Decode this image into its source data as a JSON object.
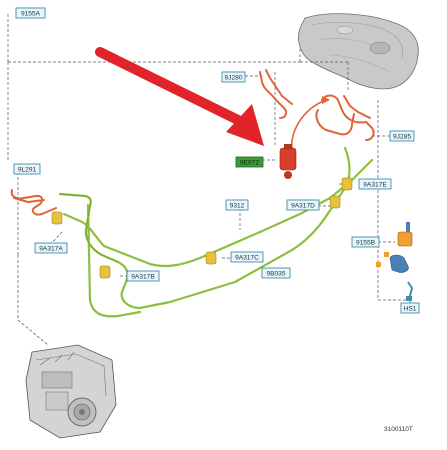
{
  "labels": {
    "l9155A": "9155A",
    "l9J280": "9J280",
    "l9J285": "9J285",
    "l9E972": "9E972",
    "l9L291": "9L291",
    "l9312": "9312",
    "l9A317E": "9A317E",
    "l9A317D": "9A317D",
    "l9A317A": "9A317A",
    "l9A317B": "9A317B",
    "l9A317C": "9A317C",
    "l9B035": "9B035",
    "l9155B": "9155B",
    "lHS1": "HS1"
  },
  "footer_code": "3100110T",
  "colors": {
    "arrow": "#e0242a",
    "pipe_green": "#8cbf3f",
    "pipe_orange": "#e0643a",
    "clip": "#e8c23a",
    "highlight": "#3d9b3d"
  }
}
